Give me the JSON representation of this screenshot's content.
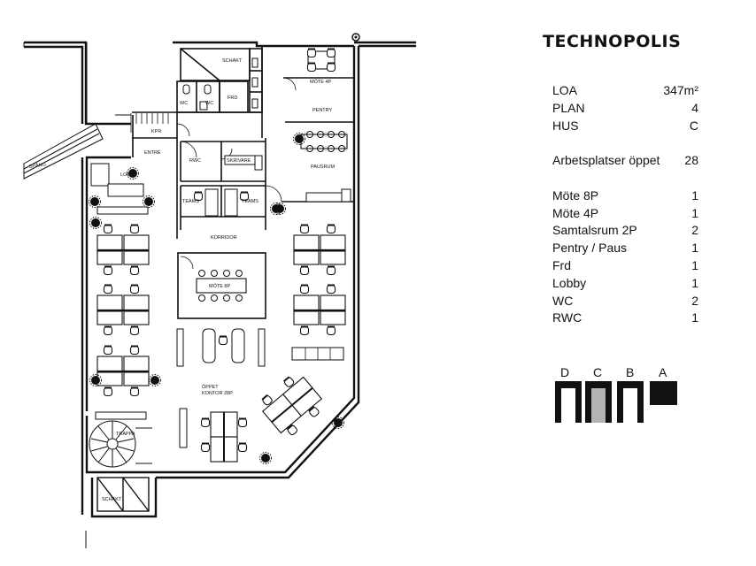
{
  "brand": "TECHNOPOLIS",
  "summary": [
    {
      "label": "LOA",
      "value": "347m²"
    },
    {
      "label": "PLAN",
      "value": "4"
    },
    {
      "label": "HUS",
      "value": "C"
    }
  ],
  "workplaces": {
    "label": "Arbetsplatser öppet",
    "value": "28"
  },
  "rooms": [
    {
      "label": "Möte 8P",
      "value": "1"
    },
    {
      "label": "Möte 4P",
      "value": "1"
    },
    {
      "label": "Samtalsrum 2P",
      "value": "2"
    },
    {
      "label": "Pentry / Paus",
      "value": "1"
    },
    {
      "label": "Frd",
      "value": "1"
    },
    {
      "label": "Lobby",
      "value": "1"
    },
    {
      "label": "WC",
      "value": "2"
    },
    {
      "label": "RWC",
      "value": "1"
    }
  ],
  "building_key": {
    "labels": [
      "D",
      "C",
      "B",
      "A"
    ],
    "highlighted": "C",
    "highlight_color": "#b3b3b3"
  },
  "plan_labels": {
    "schakt_top": "SCHAKT",
    "mote4p": "MÖTE 4P",
    "pentry": "PENTRY",
    "pausrum": "PAUSRUM",
    "kpr": "KPR",
    "entre": "ENTRÉ",
    "wc1": "WC",
    "wc2": "WC",
    "frd": "FRD",
    "rwc": "RWC",
    "skrivare": "SKRIVARE",
    "lobby": "LOBBY",
    "teams1": "TEAMS",
    "teams2": "TEAMS",
    "korridor": "KORRIDOR",
    "mote8p": "MÖTE 8P",
    "oppet_line1": "ÖPPET",
    "oppet_line2": "KONTOR 28P",
    "trappa": "TRAPPA",
    "schakt_bottom": "SCHAKT",
    "spang": "SPÅNG"
  }
}
